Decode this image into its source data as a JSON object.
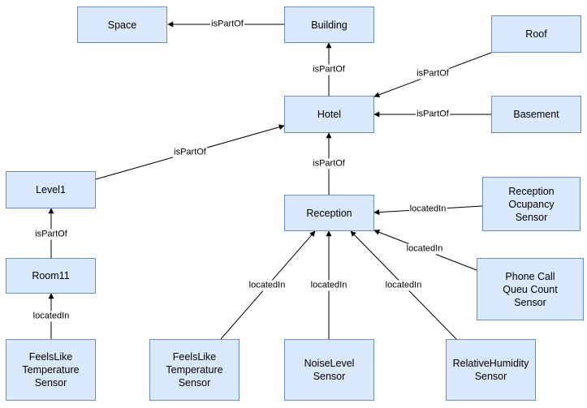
{
  "nodes": {
    "space": "Space",
    "building": "Building",
    "roof": "Roof",
    "hotel": "Hotel",
    "basement": "Basement",
    "level1": "Level1",
    "reception": "Reception",
    "reception_occupancy_sensor": "Reception\nOcupancy\nSensor",
    "room11": "Room11",
    "phone_call_queue_count_sensor": "Phone Call\nQueu Count\nSensor",
    "feelslike_sensor_room": "FeelsLike\nTemperature\nSensor",
    "feelslike_sensor_reception": "FeelsLike\nTemperature\nSensor",
    "noiselevel_sensor": "NoiseLevel\nSensor",
    "relativehumidity_sensor": "RelativeHumidity\nSensor"
  },
  "edges": {
    "building_space": "isPartOf",
    "hotel_building": "isPartOf",
    "roof_hotel": "isPartOf",
    "basement_hotel": "isPartOf",
    "level1_hotel": "isPartOf",
    "reception_hotel": "isPartOf",
    "room11_level1": "isPartOf",
    "occupancy_reception": "locatedIn",
    "phonecall_reception": "locatedIn",
    "feelslike_room11": "locatedIn",
    "feelslike_reception": "locatedIn",
    "noise_reception": "locatedIn",
    "humidity_reception": "locatedIn"
  }
}
